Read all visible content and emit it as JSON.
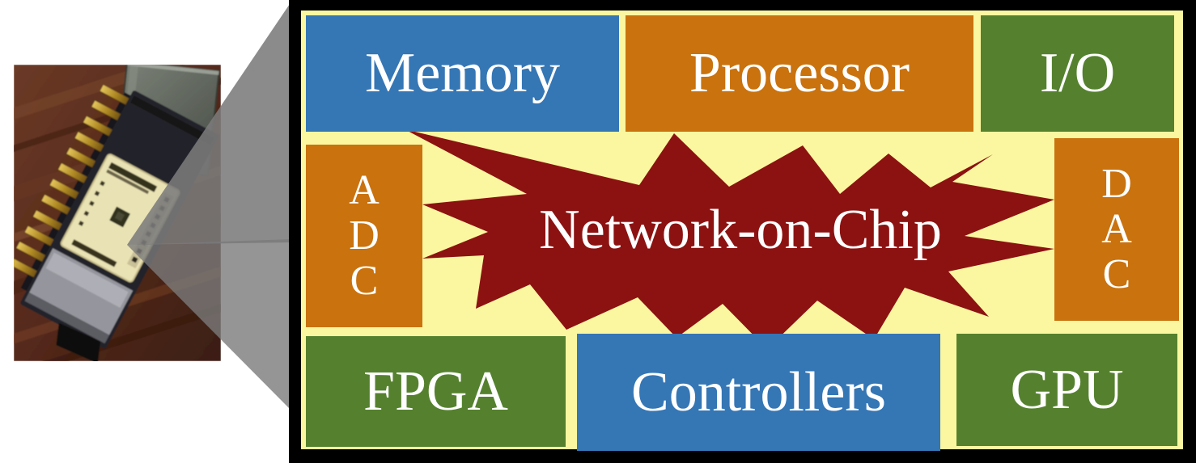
{
  "figure": {
    "description": "Network-on-Chip concept diagram with chip package photo callout"
  },
  "colors": {
    "yellow_bg": "#FBF7A0",
    "blue": "#3576B5",
    "orange": "#C9720E",
    "green": "#55812E",
    "maroon": "#8C1212",
    "frame": "#000000",
    "callout_gray": "#7B7B7B",
    "label_text": "#FFFFFF"
  },
  "noc": {
    "label": "Network-on-Chip"
  },
  "blocks": {
    "memory": {
      "label": "Memory"
    },
    "processor": {
      "label": "Processor"
    },
    "io": {
      "label": "I/O"
    },
    "adc": {
      "label": "ADC",
      "l1": "A",
      "l2": "D",
      "l3": "C"
    },
    "dac": {
      "label": "DAC",
      "l1": "D",
      "l2": "A",
      "l3": "C"
    },
    "fpga": {
      "label": "FPGA"
    },
    "controllers": {
      "label": "Controllers"
    },
    "gpu": {
      "label": "GPU"
    }
  }
}
